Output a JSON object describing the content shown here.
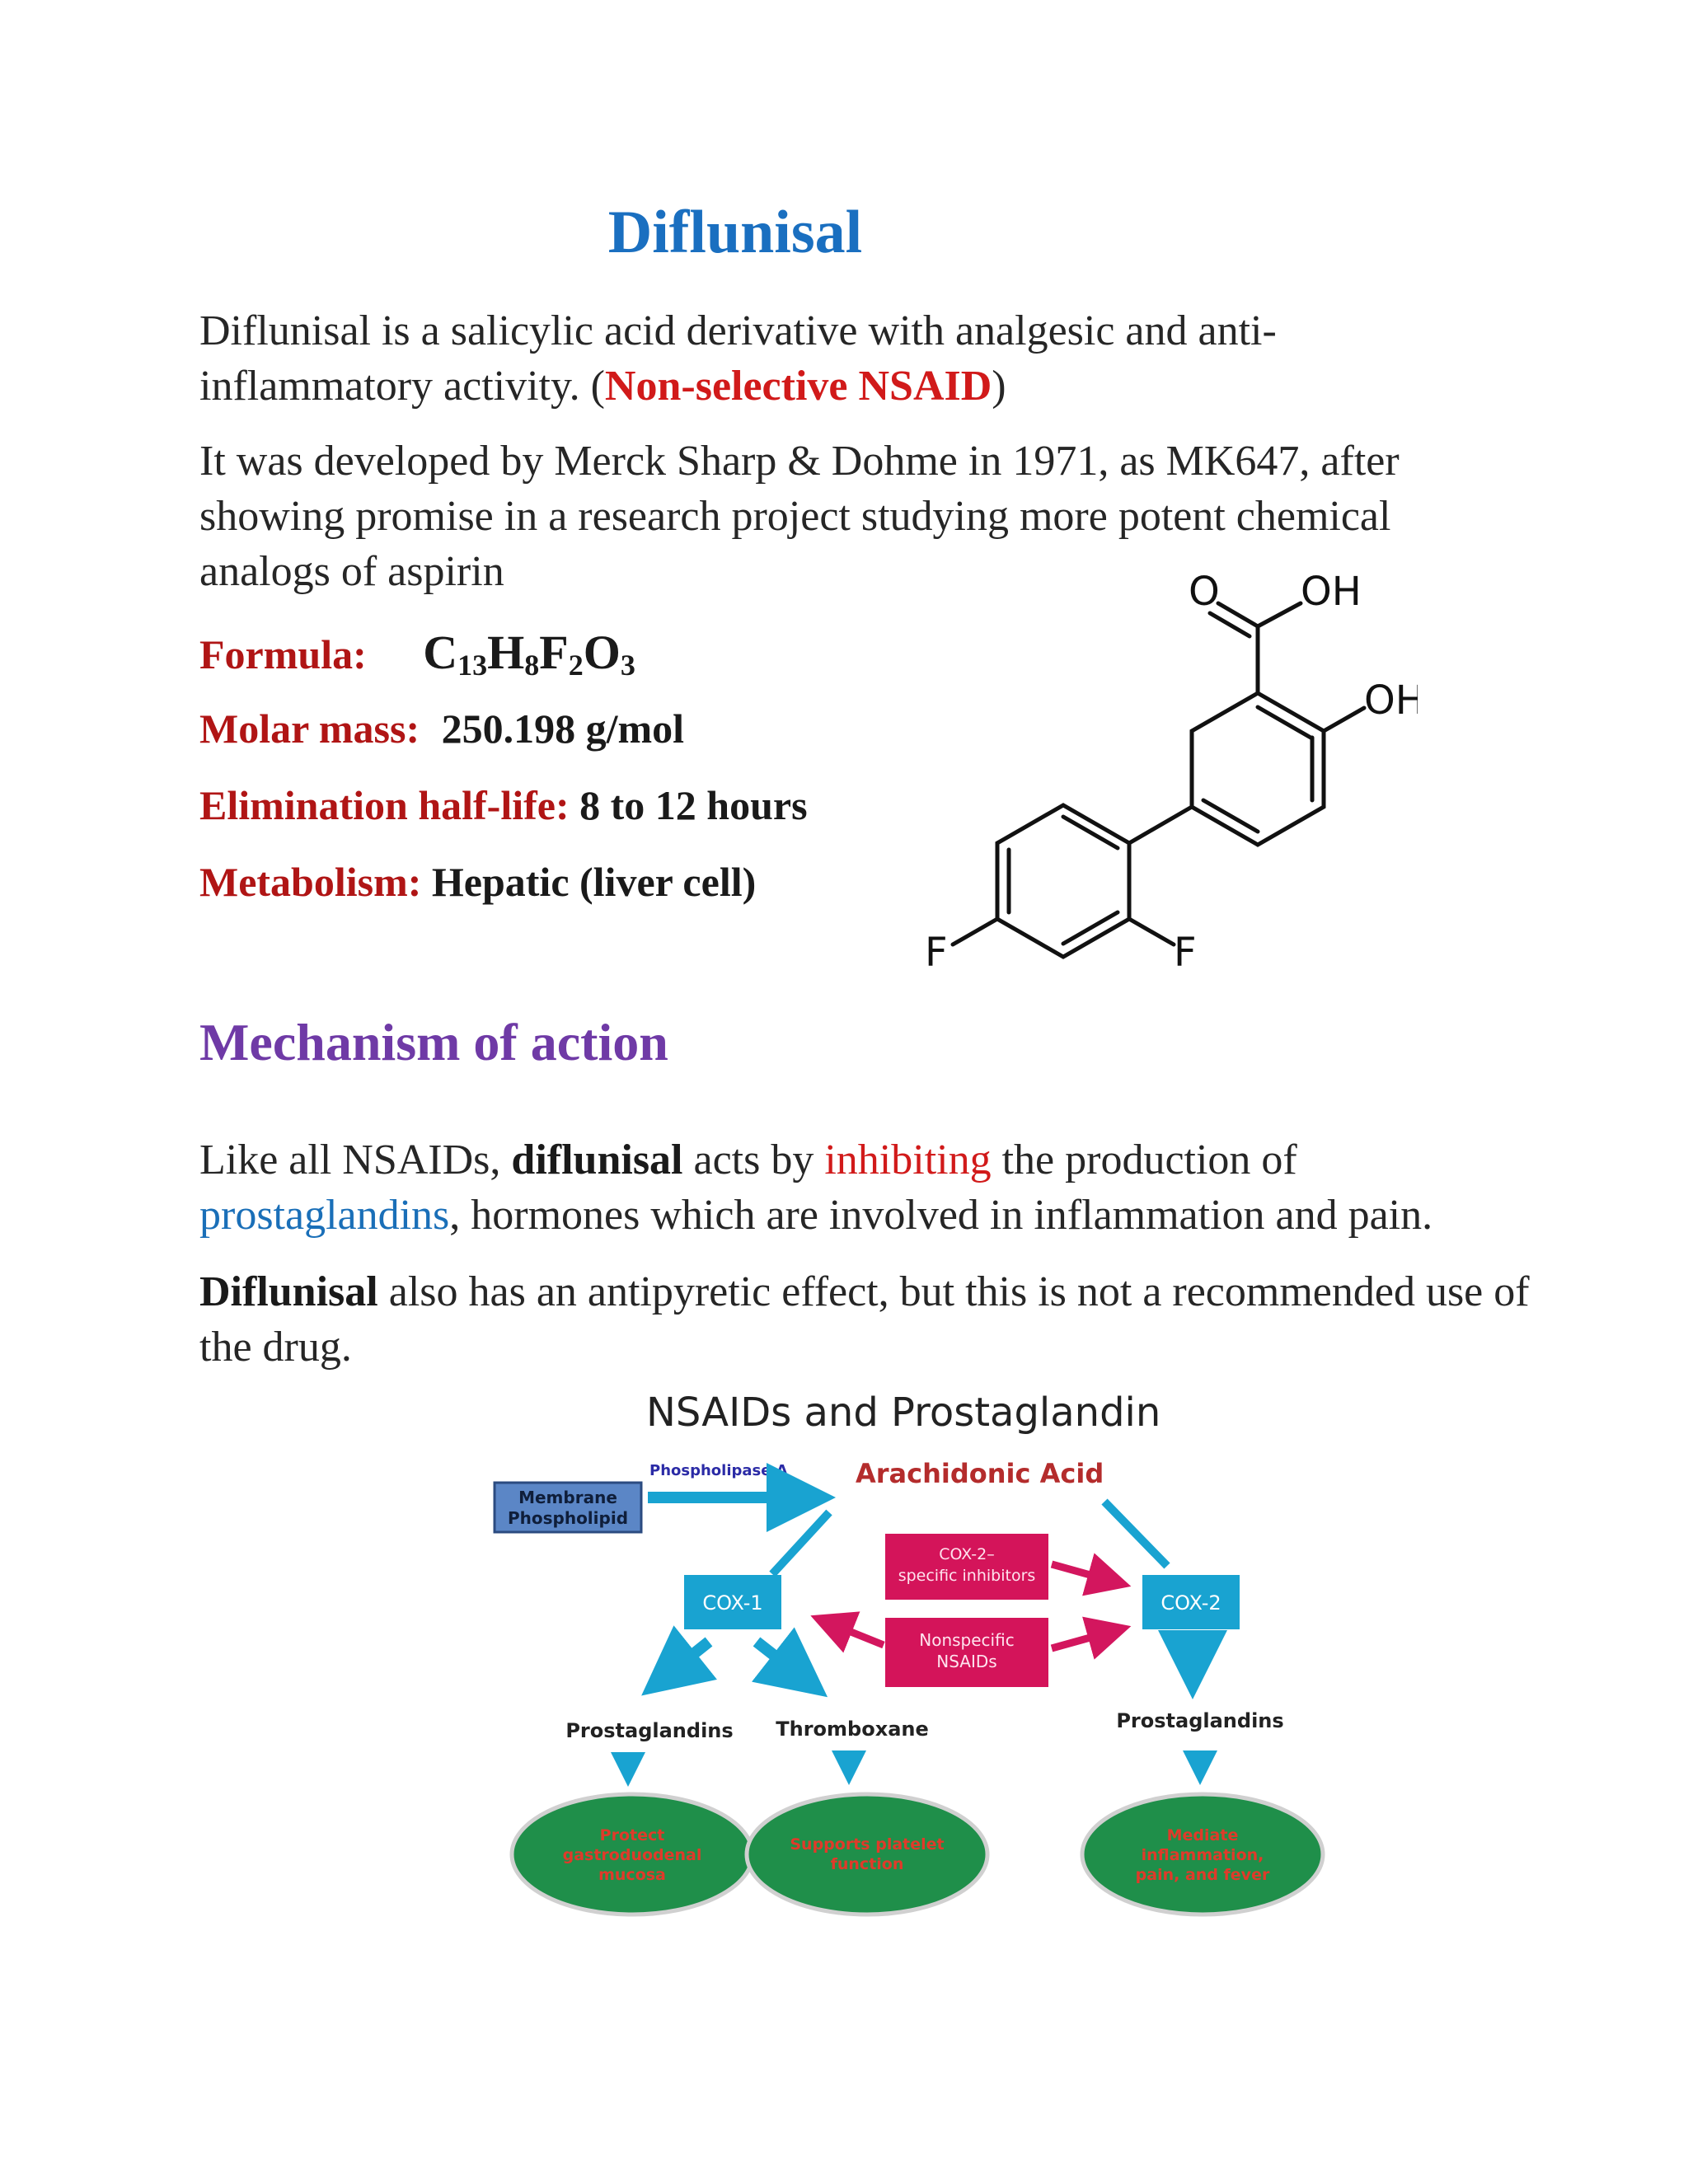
{
  "title": "Diflunisal",
  "intro": {
    "text": "Diflunisal is a salicylic acid derivative with analgesic and anti-inflammatory activity. (",
    "highlight": "Non-selective NSAID",
    "close": ")"
  },
  "history": "It was developed by Merck Sharp & Dohme in 1971, as MK647, after showing promise in a research project studying more potent chemical analogs of aspirin",
  "properties": {
    "formula_label": "Formula:",
    "formula_parts": [
      "C",
      "13",
      "H",
      "8",
      "F",
      "2",
      "O",
      "3"
    ],
    "molar_mass_label": "Molar mass:",
    "molar_mass_value": "250.198 g/mol",
    "half_life_label": "Elimination half-life:",
    "half_life_value": "8 to 12 hours",
    "metabolism_label": "Metabolism:",
    "metabolism_value": "Hepatic (liver cell)"
  },
  "structure_labels": {
    "o": "O",
    "oh_top": "OH",
    "oh_side": "OH",
    "f_left": "F",
    "f_right": "F"
  },
  "mechanism": {
    "heading": "Mechanism of action",
    "p1": {
      "t1": "Like all NSAIDs, ",
      "b1": "diflunisal",
      "t2": " acts by ",
      "red": "inhibiting",
      "t3": " the production of ",
      "blue": "prostaglandins",
      "t4": ", hormones which are involved in inflammation and pain."
    },
    "p2": {
      "b1": "Diflunisal",
      "t1": " also has an antipyretic effect, but this is not a recommended use of the drug."
    }
  },
  "diagram": {
    "title": "NSAIDs and Prostaglandin",
    "membrane_line1": "Membrane",
    "membrane_line2": "Phospholipid",
    "phospholipase": "Phospholipase A",
    "arachidonic": "Arachidonic Acid",
    "cox2_inhibitors_line1": "COX-2–",
    "cox2_inhibitors_line2": "specific inhibitors",
    "nonspecific_line1": "Nonspecific",
    "nonspecific_line2": "NSAIDs",
    "cox1": "COX-1",
    "cox2": "COX-2",
    "prostaglandins_left": "Prostaglandins",
    "thromboxane": "Thromboxane",
    "prostaglandins_right": "Prostaglandins",
    "oval1_line1": "Protect",
    "oval1_line2": "gastroduodenal",
    "oval1_line3": "mucosa",
    "oval2_line1": "Supports platelet",
    "oval2_line2": "function",
    "oval3_line1": "Mediate",
    "oval3_line2": "inflammation,",
    "oval3_line3": "pain, and fever"
  }
}
